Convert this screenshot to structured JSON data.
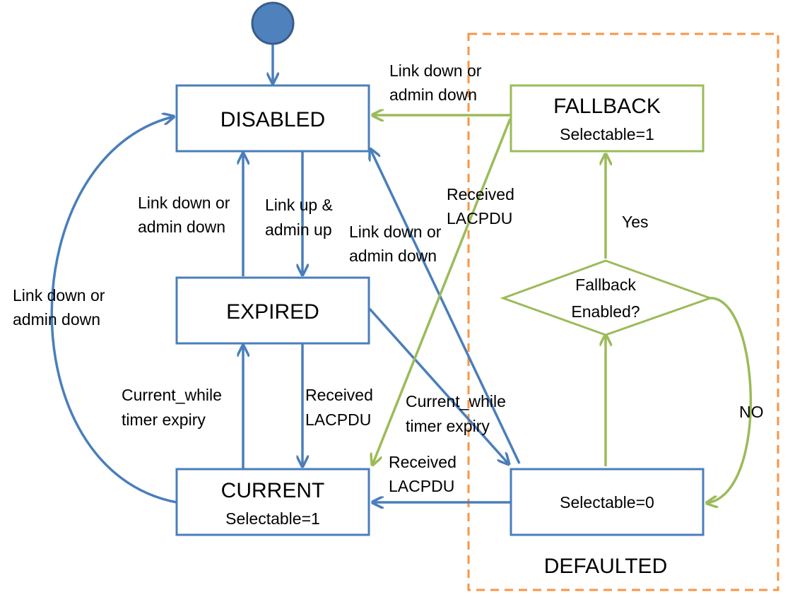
{
  "states": {
    "disabled": {
      "title": "DISABLED"
    },
    "expired": {
      "title": "EXPIRED"
    },
    "current": {
      "title": "CURRENT",
      "sub": "Selectable=1"
    },
    "fallback": {
      "title": "FALLBACK",
      "sub": "Selectable=1"
    },
    "defaulted_box": {
      "sub": "Selectable=0"
    }
  },
  "decision": {
    "line1": "Fallback",
    "line2": "Enabled?"
  },
  "group": {
    "title": "DEFAULTED"
  },
  "edges": {
    "fallback_to_disabled": [
      "Link down or",
      "admin down"
    ],
    "expired_to_disabled": [
      "Link down or",
      "admin down"
    ],
    "disabled_to_expired": [
      "Link up &",
      "admin up"
    ],
    "defaulted_to_disabled": [
      "Link down or",
      "admin down"
    ],
    "current_to_disabled": [
      "Link down or",
      "admin down"
    ],
    "fallback_to_current": [
      "Received",
      "LACPDU"
    ],
    "current_to_expired": [
      "Current_while",
      "timer expiry"
    ],
    "expired_to_current": [
      "Received",
      "LACPDU"
    ],
    "expired_to_defaulted": [
      "Current_while",
      "timer expiry"
    ],
    "defaulted_to_current": [
      "Received",
      "LACPDU"
    ],
    "decision_yes": "Yes",
    "decision_no": "NO"
  },
  "colors": {
    "blue_stroke": "#4a7ebb",
    "green_stroke": "#9bbb59",
    "start_fill": "#4f81bd",
    "group_border": "#f79646"
  }
}
